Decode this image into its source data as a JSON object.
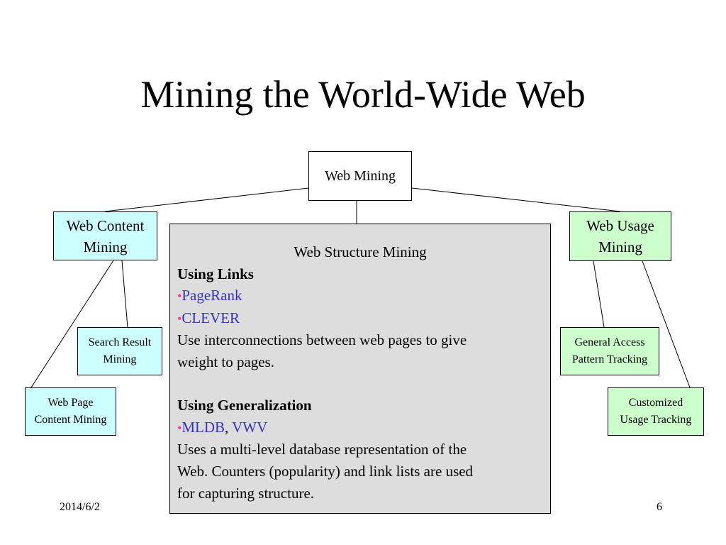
{
  "title": "Mining the World-Wide Web",
  "diagram": {
    "root": "Web Mining",
    "content_branch": {
      "label_line1": "Web Content",
      "label_line2": "Mining"
    },
    "usage_branch": {
      "label_line1": "Web Usage",
      "label_line2": "Mining"
    },
    "search_result": {
      "line1": "Search Result",
      "line2": "Mining"
    },
    "web_page": {
      "line1": "Web Page",
      "line2": "Content Mining"
    },
    "general_access": {
      "line1": "General Access",
      "line2": "Pattern Tracking"
    },
    "customized": {
      "line1": "Customized",
      "line2": "Usage Tracking"
    },
    "structure": {
      "heading": "Web Structure Mining",
      "links_heading": "Using Links",
      "bullet": "•",
      "pagerank": "PageRank",
      "clever": "CLEVER",
      "links_desc_line1": "Use interconnections between web pages to give",
      "links_desc_line2": "weight to pages.",
      "general_heading": "Using Generalization",
      "mldb": "MLDB",
      "separator": ", ",
      "vwv": "VWV",
      "general_desc_line1": "Uses a multi-level database representation of the",
      "general_desc_line2": "Web. Counters (popularity) and link lists are used",
      "general_desc_line3": "for capturing structure."
    }
  },
  "footer": {
    "date": "2014/6/2",
    "page": "6"
  },
  "colors": {
    "content_fill": "#ccffff",
    "usage_fill": "#ccffcc",
    "structure_fill": "#dddddd",
    "bullet": "#ff3399",
    "link": "#3333cc"
  }
}
